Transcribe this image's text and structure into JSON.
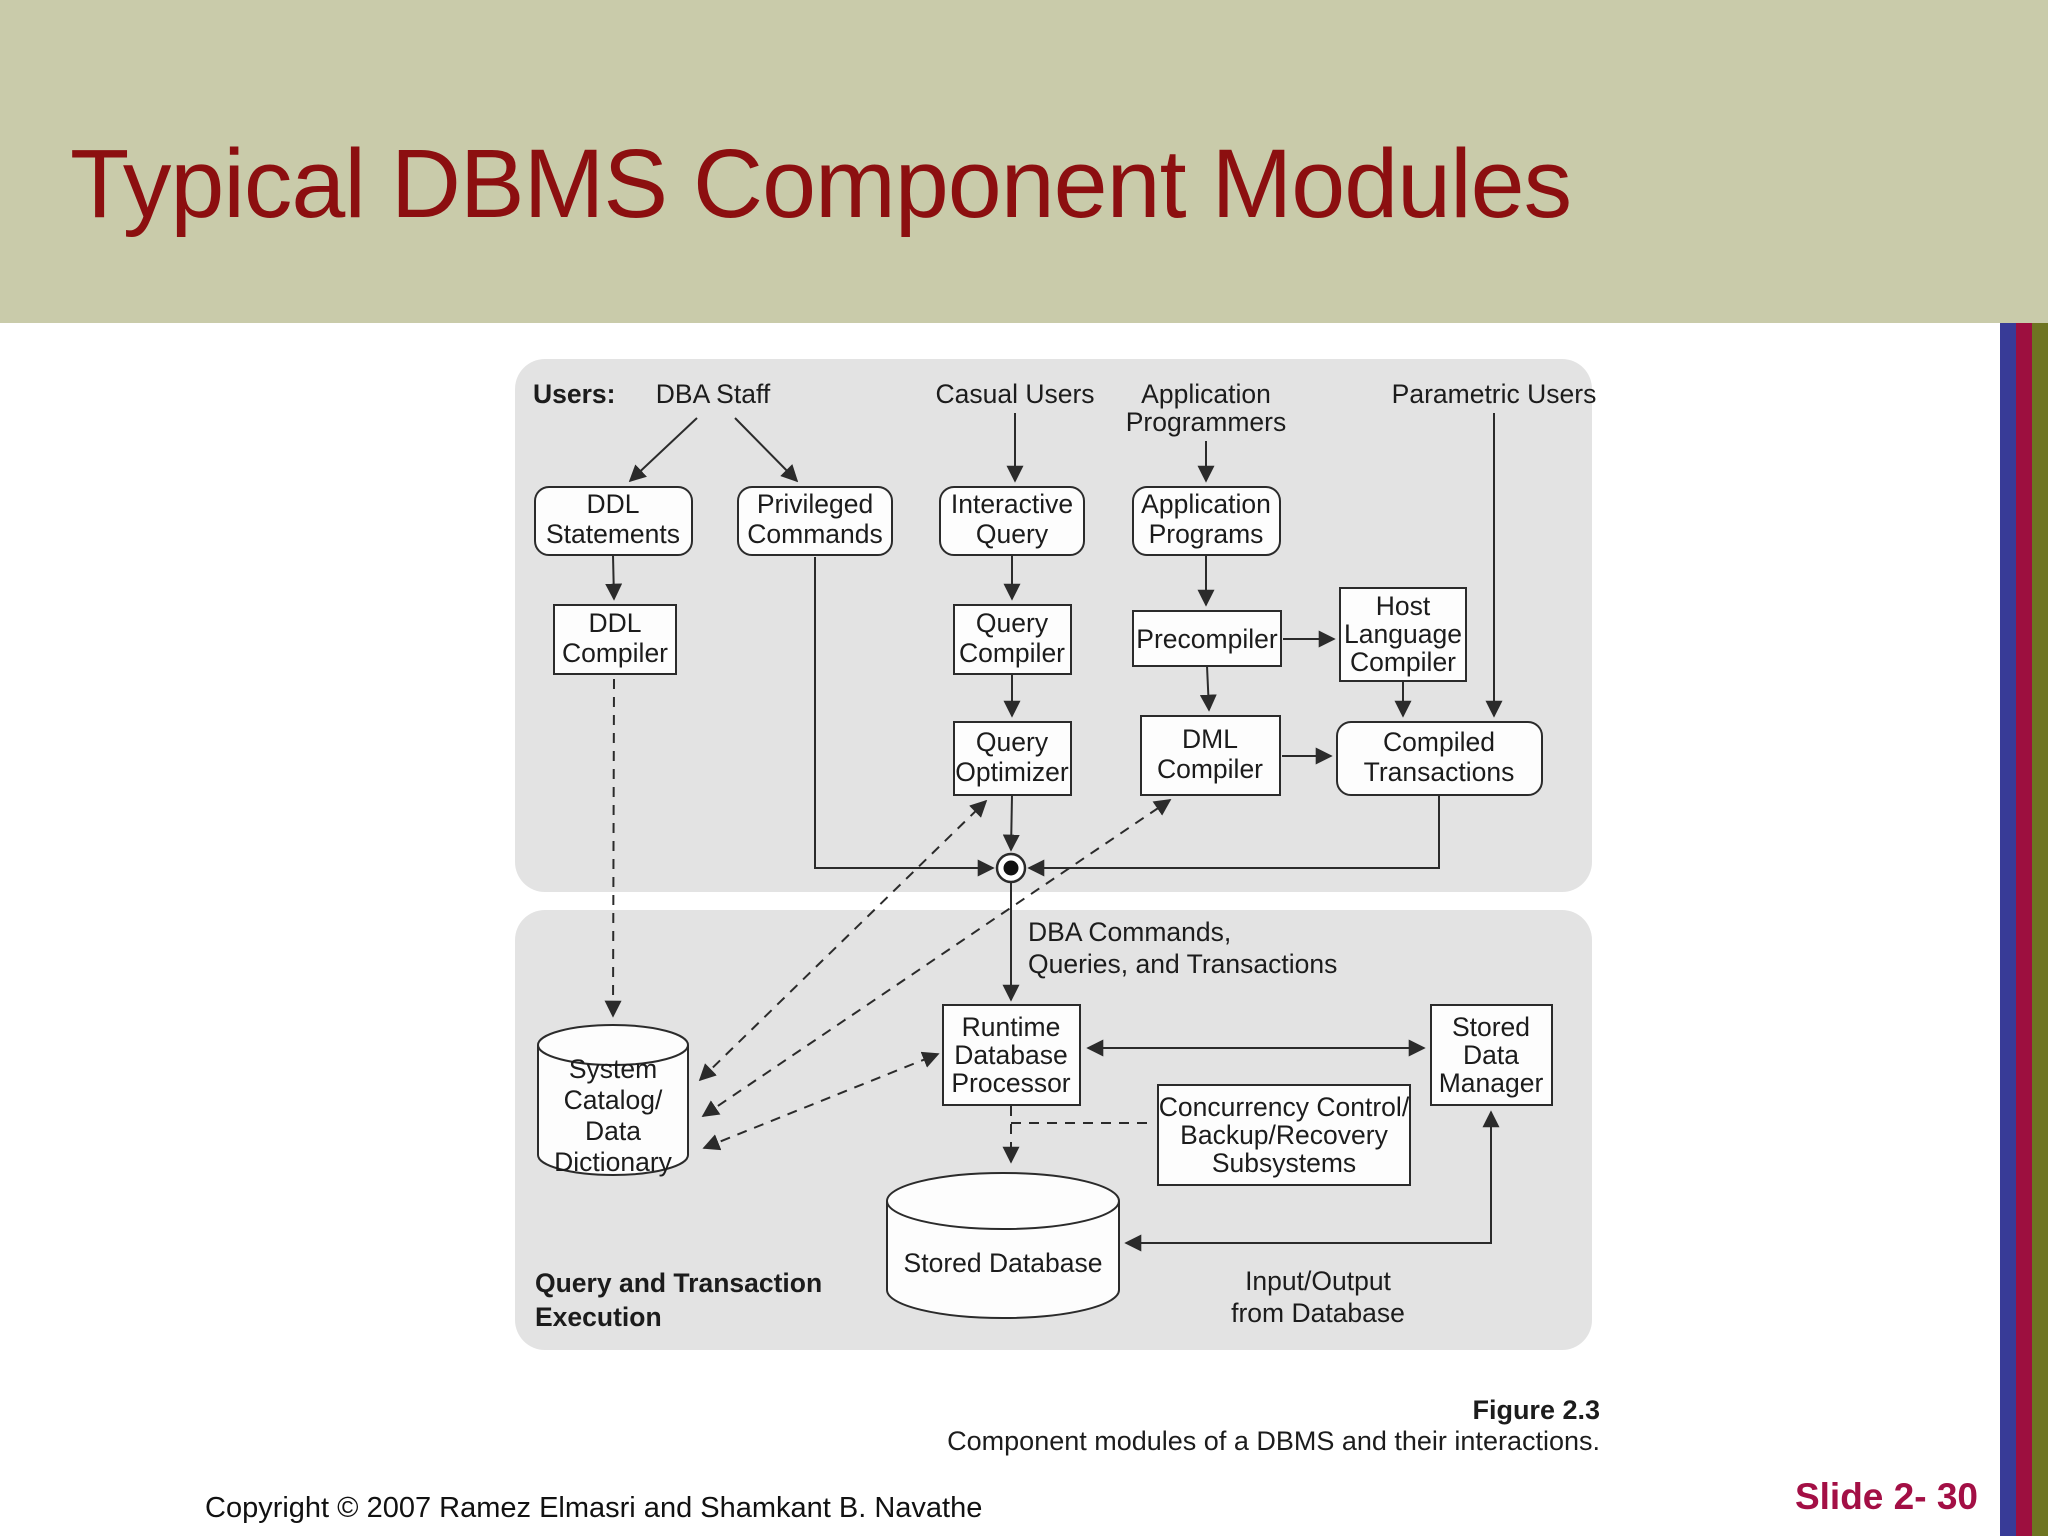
{
  "slide": {
    "title": "Typical DBMS Component Modules",
    "footer_copyright": "Copyright © 2007 Ramez Elmasri and Shamkant B. Navathe",
    "slide_number": "Slide 2- 30",
    "figure_label": "Figure 2.3",
    "figure_caption": "Component modules of a DBMS and their interactions."
  },
  "colors": {
    "header_band": "#c9cbaa",
    "title_text": "#8c0f10",
    "stripe_blue": "#383b97",
    "stripe_crimson": "#9d0f3f",
    "stripe_olive": "#6e7422",
    "panel_gray": "#e3e3e3",
    "slide_number_text": "#a30f45"
  },
  "diagram": {
    "users_label": "Users:",
    "user_types": [
      {
        "id": "dba-staff",
        "lines": [
          "DBA Staff"
        ]
      },
      {
        "id": "casual-users",
        "lines": [
          "Casual Users"
        ]
      },
      {
        "id": "application-programmers",
        "lines": [
          "Application",
          "Programmers"
        ]
      },
      {
        "id": "parametric-users",
        "lines": [
          "Parametric Users"
        ]
      }
    ],
    "nodes": {
      "ddl_statements": {
        "lines": [
          "DDL",
          "Statements"
        ]
      },
      "privileged_commands": {
        "lines": [
          "Privileged",
          "Commands"
        ]
      },
      "interactive_query": {
        "lines": [
          "Interactive",
          "Query"
        ]
      },
      "application_programs": {
        "lines": [
          "Application",
          "Programs"
        ]
      },
      "ddl_compiler": {
        "lines": [
          "DDL",
          "Compiler"
        ]
      },
      "query_compiler": {
        "lines": [
          "Query",
          "Compiler"
        ]
      },
      "precompiler": {
        "lines": [
          "Precompiler"
        ]
      },
      "host_language_compiler": {
        "lines": [
          "Host",
          "Language",
          "Compiler"
        ]
      },
      "query_optimizer": {
        "lines": [
          "Query",
          "Optimizer"
        ]
      },
      "dml_compiler": {
        "lines": [
          "DML",
          "Compiler"
        ]
      },
      "compiled_transactions": {
        "lines": [
          "Compiled",
          "Transactions"
        ]
      },
      "system_catalog": {
        "lines": [
          "System",
          "Catalog/",
          "Data",
          "Dictionary"
        ]
      },
      "runtime_database_processor": {
        "lines": [
          "Runtime",
          "Database",
          "Processor"
        ]
      },
      "concurrency_subsystems": {
        "lines": [
          "Concurrency Control/",
          "Backup/Recovery",
          "Subsystems"
        ]
      },
      "stored_data_manager": {
        "lines": [
          "Stored",
          "Data",
          "Manager"
        ]
      },
      "stored_database": {
        "lines": [
          "Stored Database"
        ]
      }
    },
    "labels": {
      "dba_commands": {
        "lines": [
          "DBA Commands,",
          "Queries, and Transactions"
        ]
      },
      "io_from_db": {
        "lines": [
          "Input/Output",
          "from Database"
        ]
      },
      "query_transaction_execution": {
        "lines": [
          "Query and Transaction",
          "Execution"
        ]
      }
    }
  }
}
